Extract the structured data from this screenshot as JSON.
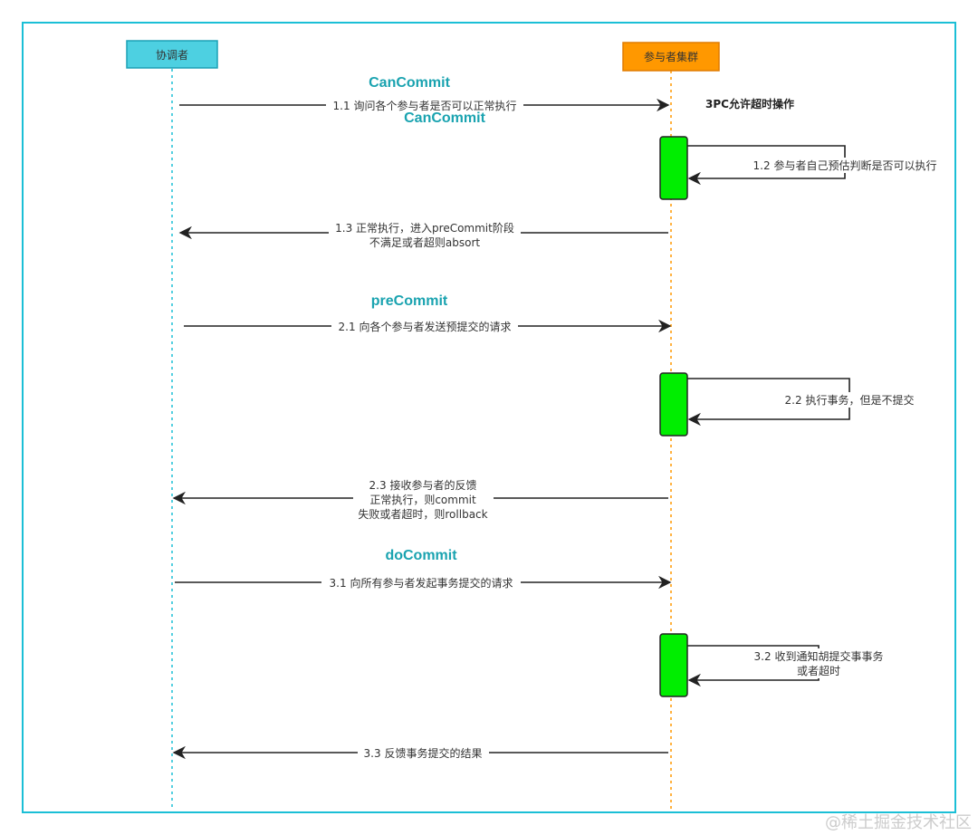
{
  "participants": {
    "coordinator": {
      "label": "协调者",
      "fill": "#4dd0e1",
      "stroke": "#1ba1b5"
    },
    "cluster": {
      "label": "参与者集群",
      "fill": "#ff9800",
      "stroke": "#e07b00"
    }
  },
  "phases": {
    "cancommit": "CanCommit",
    "cancommit_repeat": "CanCommit",
    "precommit": "preCommit",
    "docommit": "doCommit"
  },
  "note": "3PC允许超时操作",
  "messages": {
    "m1_1": "1.1 询问各个参与者是否可以正常执行",
    "m1_2": "1.2 参与者自己预估判断是否可以执行",
    "m1_3_line1": "1.3 正常执行，进入preCommit阶段",
    "m1_3_line2": "不满足或者超则absort",
    "m2_1": "2.1 向各个参与者发送预提交的请求",
    "m2_2": "2.2 执行事务，但是不提交",
    "m2_3_line1": "2.3 接收参与者的反馈",
    "m2_3_line2": "正常执行，则commit",
    "m2_3_line3": "失败或者超时，则rollback",
    "m3_1": "3.1 向所有参与者发起事务提交的请求",
    "m3_2_line1": "3.2 收到通知胡提交事事务",
    "m3_2_line2": "或者超时",
    "m3_3": "3.3 反馈事务提交的结果"
  },
  "colors": {
    "frame": "#1bbfd6",
    "phase_text": "#1aa3b0",
    "activation": "#00ee00",
    "lifeline_coordinator": "#1bbfd6",
    "lifeline_cluster": "#ff9800"
  },
  "watermark": "@稀土掘金技术社区"
}
